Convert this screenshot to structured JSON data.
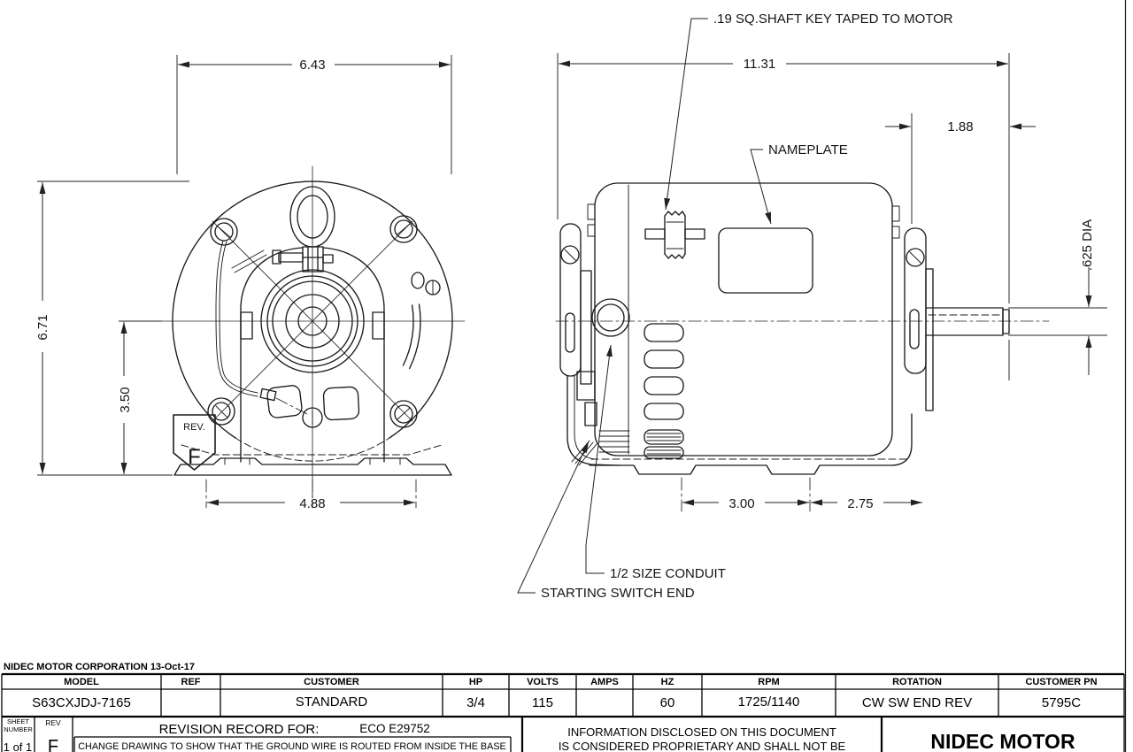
{
  "labels": {
    "shaft_key": ".19 SQ.SHAFT KEY TAPED TO MOTOR",
    "nameplate": "NAMEPLATE",
    "conduit": "1/2 SIZE CONDUIT",
    "switch_end": "STARTING SWITCH END",
    "rev_tag": "REV.",
    "rev_letter": "F"
  },
  "dim": {
    "front_width": "6.43",
    "front_height": "6.71",
    "base_height": "3.50",
    "foot_span_front": "4.88",
    "overall_length": "11.31",
    "shaft_extension": "1.88",
    "shaft_dia": ".625 DIA",
    "foot_span_side": "3.00",
    "foot_to_shaft_end": "2.75"
  },
  "title_block": {
    "corporation": "NIDEC MOTOR CORPORATION 13-Oct-17",
    "headers": [
      "MODEL",
      "REF",
      "CUSTOMER",
      "HP",
      "VOLTS",
      "AMPS",
      "HZ",
      "RPM",
      "ROTATION",
      "CUSTOMER PN"
    ],
    "values": [
      "S63CXJDJ-7165",
      "",
      "STANDARD",
      "3/4",
      "115",
      "",
      "60",
      "1725/1140",
      "CW SW END REV",
      "5795C"
    ],
    "sheet_label_1": "SHEET",
    "sheet_label_2": "NUMBER",
    "sheet_value": "1 of 1",
    "rev_label": "REV",
    "rev_value": "F",
    "revision_title": "REVISION RECORD FOR:",
    "revision_eco": "ECO E29752",
    "revision_note": "CHANGE DRAWING TO SHOW THAT THE GROUND WIRE IS ROUTED FROM INSIDE THE BASE",
    "proprietary_1": "INFORMATION DISCLOSED ON THIS DOCUMENT",
    "proprietary_2": "IS CONSIDERED PROPRIETARY AND SHALL NOT BE",
    "company": "NIDEC MOTOR"
  },
  "colors": {
    "ink": "#1c1c1c",
    "paper": "#ffffff"
  }
}
